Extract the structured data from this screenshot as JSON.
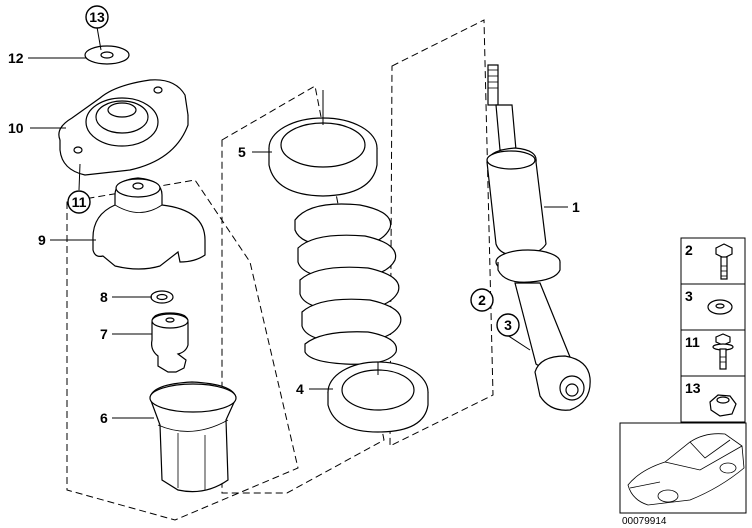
{
  "callouts": {
    "c1": "1",
    "c2": "2",
    "c3": "3",
    "c4": "4",
    "c5": "5",
    "c6": "6",
    "c7": "7",
    "c8": "8",
    "c9": "9",
    "c10": "10",
    "c11": "11",
    "c12": "12",
    "c13": "13"
  },
  "legend": [
    {
      "label": "2",
      "icon": "bolt-icon"
    },
    {
      "label": "3",
      "icon": "washer-icon"
    },
    {
      "label": "11",
      "icon": "flange-bolt-icon"
    },
    {
      "label": "13",
      "icon": "nut-icon"
    }
  ],
  "thumbnail": {
    "icon": "car-silhouette-icon"
  },
  "diagram_code": "00079914"
}
